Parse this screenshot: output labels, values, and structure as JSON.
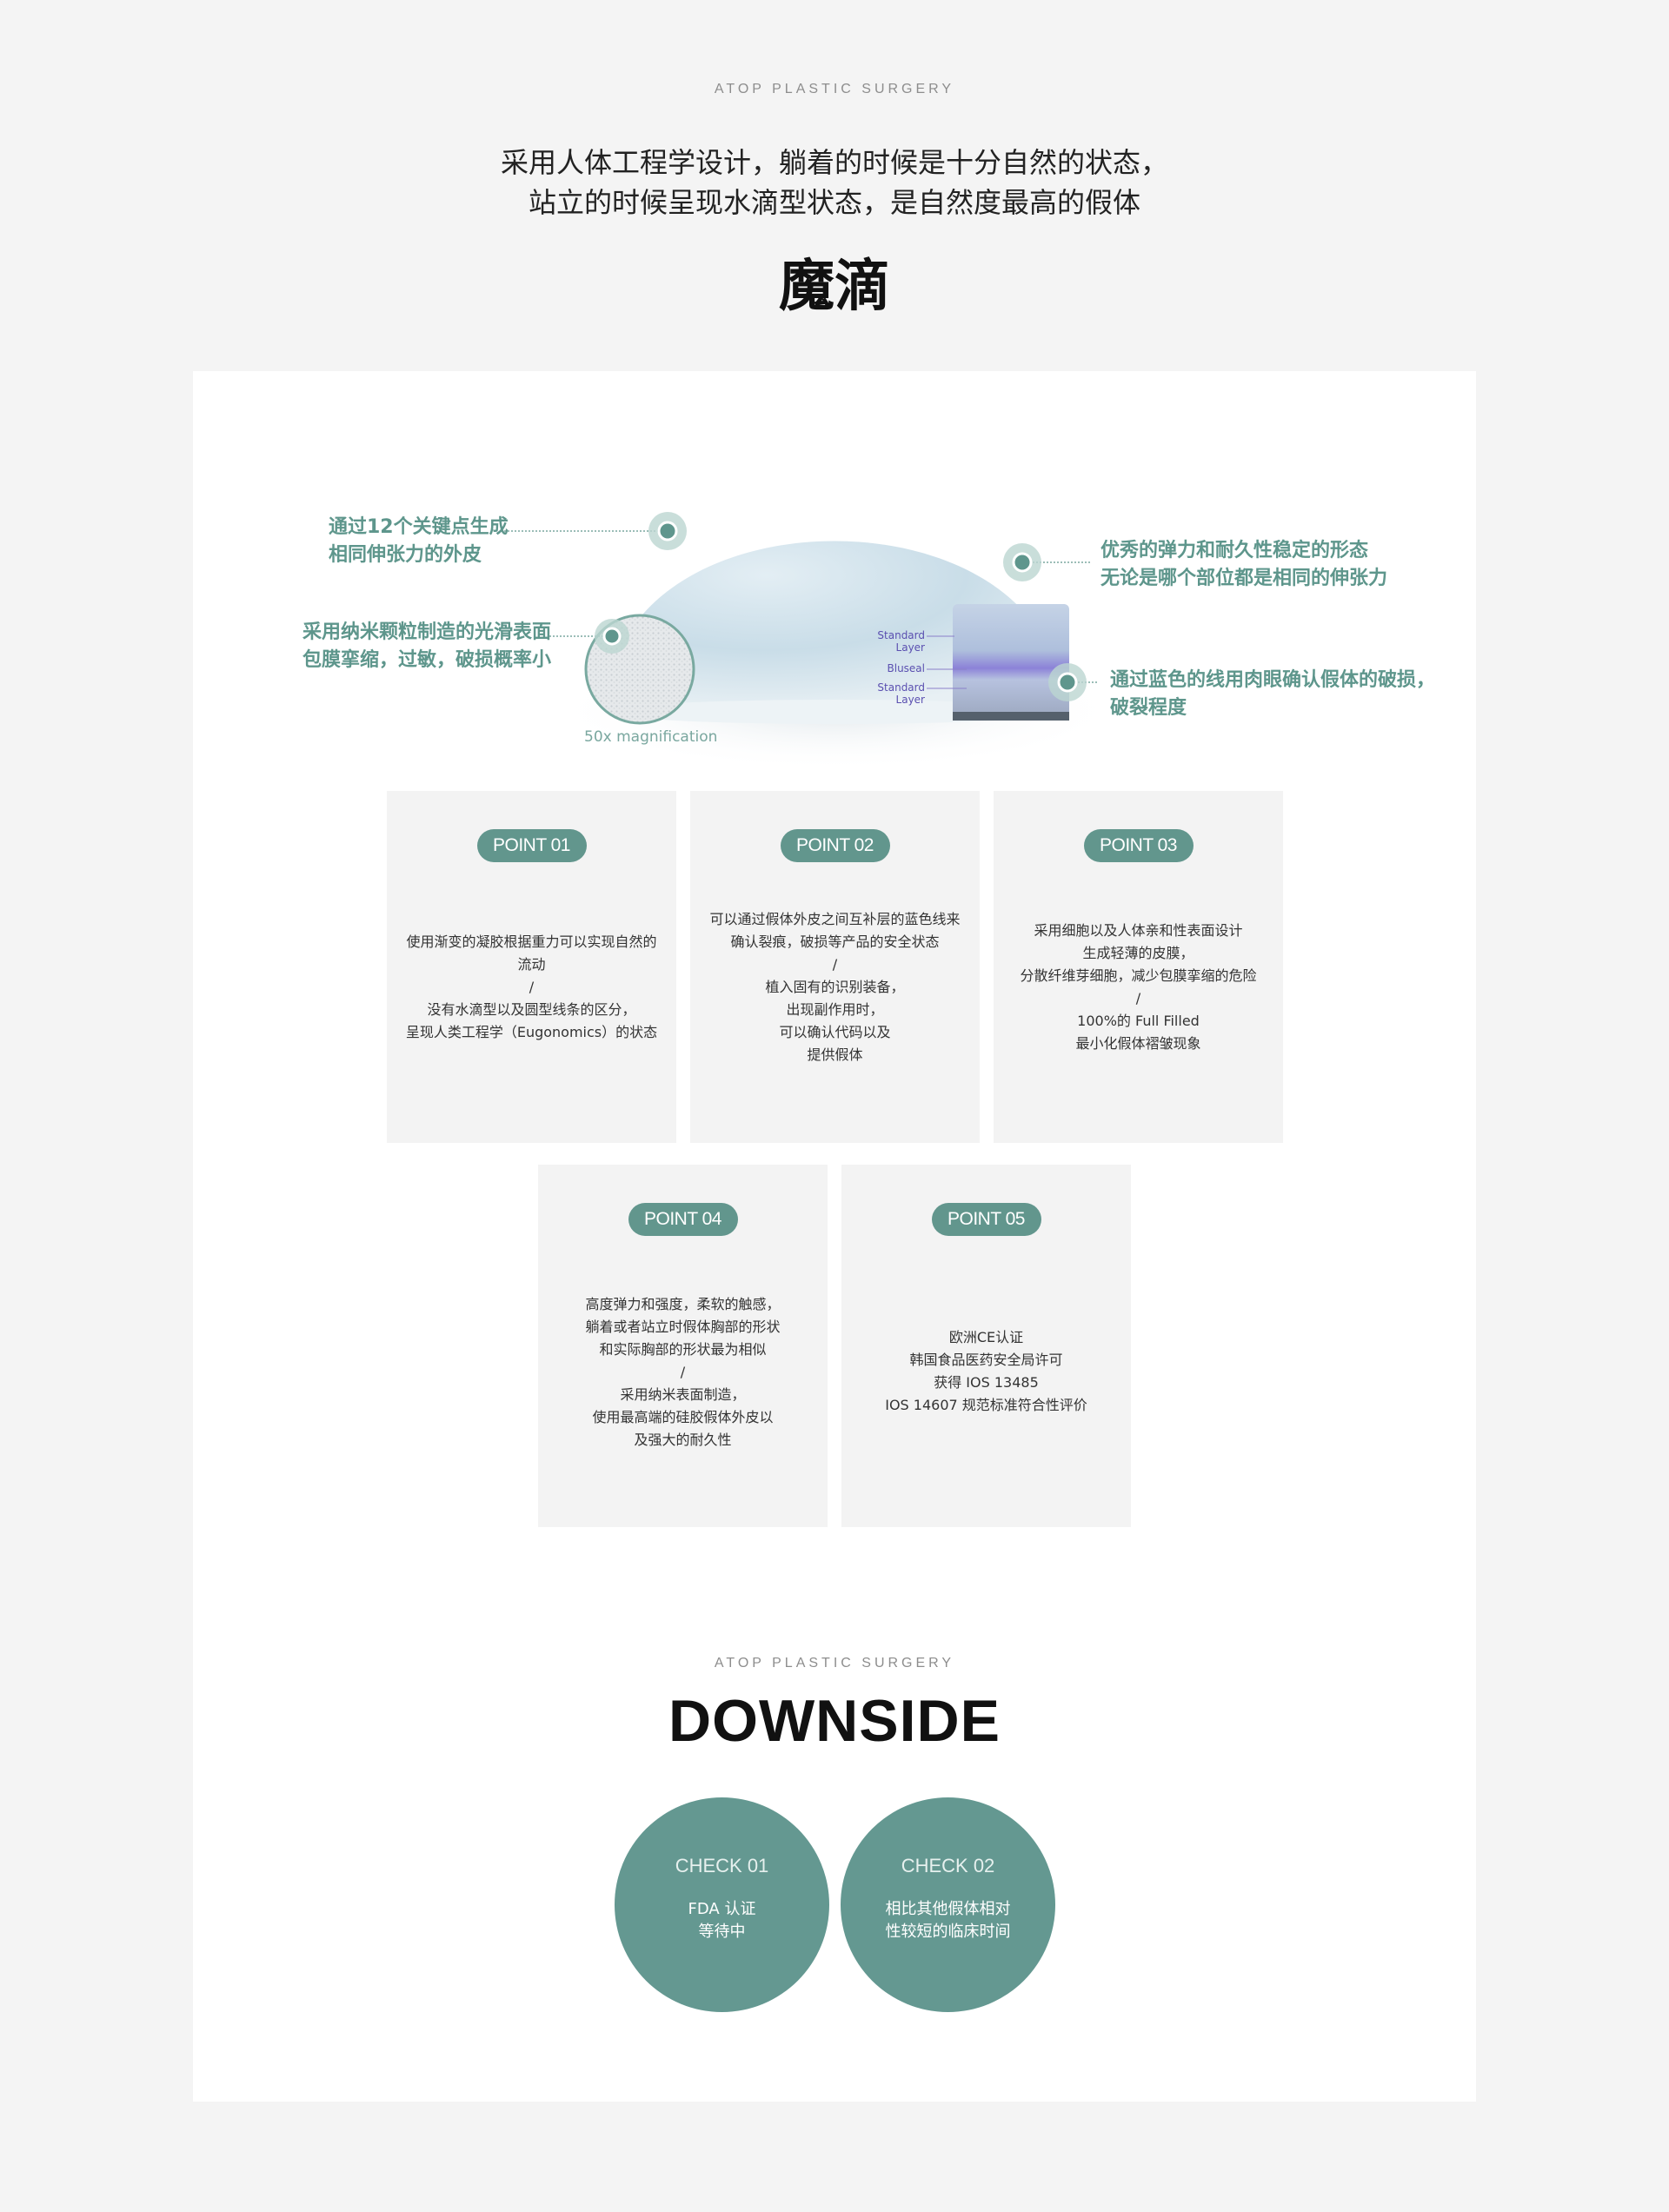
{
  "header": {
    "eyebrow": "ATOP PLASTIC SURGERY",
    "headline_line1": "采用人体工程学设计，躺着的时候是十分自然的状态，",
    "headline_line2": "站立的时候呈现水滴型状态，是自然度最高的假体",
    "product_name": "魔滴"
  },
  "diagram": {
    "callout_top_left": [
      "通过12个关键点生成",
      "相同伸张力的外皮"
    ],
    "callout_mid_left": [
      "采用纳米颗粒制造的光滑表面",
      "包膜挛缩，过敏，破损概率小"
    ],
    "callout_top_right": [
      "优秀的弹力和耐久性稳定的形态",
      "无论是哪个部位都是相同的伸张力"
    ],
    "callout_mid_right": [
      "通过蓝色的线用肉眼确认假体的破损，",
      "破裂程度"
    ],
    "magnification_label": "50x magnification",
    "layer_labels": [
      "Standard Layer",
      "Bluseal",
      "Standard Layer"
    ]
  },
  "points": [
    {
      "label": "POINT 01",
      "lines": [
        "使用渐变的凝胶根据重力可以实现自然的",
        "流动",
        "/",
        "没有水滴型以及圆型线条的区分，",
        "呈现人类工程学（Eugonomics）的状态"
      ]
    },
    {
      "label": "POINT 02",
      "lines": [
        "可以通过假体外皮之间互补层的蓝色线来",
        "确认裂痕，破损等产品的安全状态",
        "/",
        "植入固有的识别装备，",
        "出现副作用时，",
        "可以确认代码以及",
        "提供假体"
      ]
    },
    {
      "label": "POINT 03",
      "lines": [
        "采用细胞以及人体亲和性表面设计",
        "生成轻薄的皮膜，",
        "分散纤维芽细胞，减少包膜挛缩的危险",
        "/",
        "100%的 Full Filled",
        "最小化假体褶皱现象"
      ]
    },
    {
      "label": "POINT 04",
      "lines": [
        "高度弹力和强度，柔软的触感，",
        "躺着或者站立时假体胸部的形状",
        "和实际胸部的形状最为相似",
        "/",
        "采用纳米表面制造，",
        "使用最高端的硅胶假体外皮以",
        "及强大的耐久性"
      ]
    },
    {
      "label": "POINT 05",
      "lines": [
        "欧洲CE认证",
        "韩国食品医药安全局许可",
        "获得 IOS 13485",
        "IOS 14607 规范标准符合性评价"
      ]
    }
  ],
  "downside": {
    "eyebrow": "ATOP PLASTIC SURGERY",
    "title": "DOWNSIDE",
    "checks": [
      {
        "label": "CHECK 01",
        "lines": [
          "FDA 认证",
          "等待中"
        ]
      },
      {
        "label": "CHECK 02",
        "lines": [
          "相比其他假体相对",
          "性较短的临床时间"
        ]
      }
    ]
  },
  "colors": {
    "accent": "#62968d",
    "callout_text": "#5e968c",
    "card_bg": "#f3f3f3",
    "page_bg": "#f4f4f4"
  }
}
